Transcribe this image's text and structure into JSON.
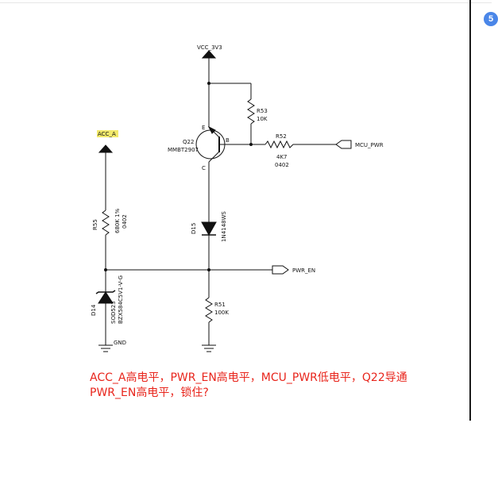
{
  "sidebar": {
    "badge_text": "5"
  },
  "schematic": {
    "net_vcc": "VCC_3V3",
    "net_acc": "ACC_A",
    "net_mcu": "MCU_PWR",
    "net_pwr_en": "PWR_EN",
    "gnd": "GND",
    "pin_e": "E",
    "pin_b": "B",
    "pin_c": "C",
    "q22": {
      "ref": "Q22",
      "part": "MMBT2907"
    },
    "r53": {
      "ref": "R53",
      "value": "10K"
    },
    "r52": {
      "ref": "R52",
      "value": "4K7",
      "package": "0402"
    },
    "r55": {
      "ref": "R55",
      "value": "680K 1%",
      "package": "0402"
    },
    "d15": {
      "ref": "D15",
      "part": "1N4148WS"
    },
    "d14": {
      "ref": "D14",
      "package": "SOD523",
      "part": "BZX584C5V1-V-G"
    },
    "r51": {
      "ref": "R51",
      "value": "100K"
    }
  },
  "annotation": {
    "line1": "ACC_A高电平，PWR_EN高电平，MCU_PWR低电平，Q22导通",
    "line2": "PWR_EN高电平，锁住?"
  },
  "colors": {
    "annotation": "#e8251c",
    "acc_highlight": "#f2e96b",
    "badge": "#4a86e8"
  }
}
